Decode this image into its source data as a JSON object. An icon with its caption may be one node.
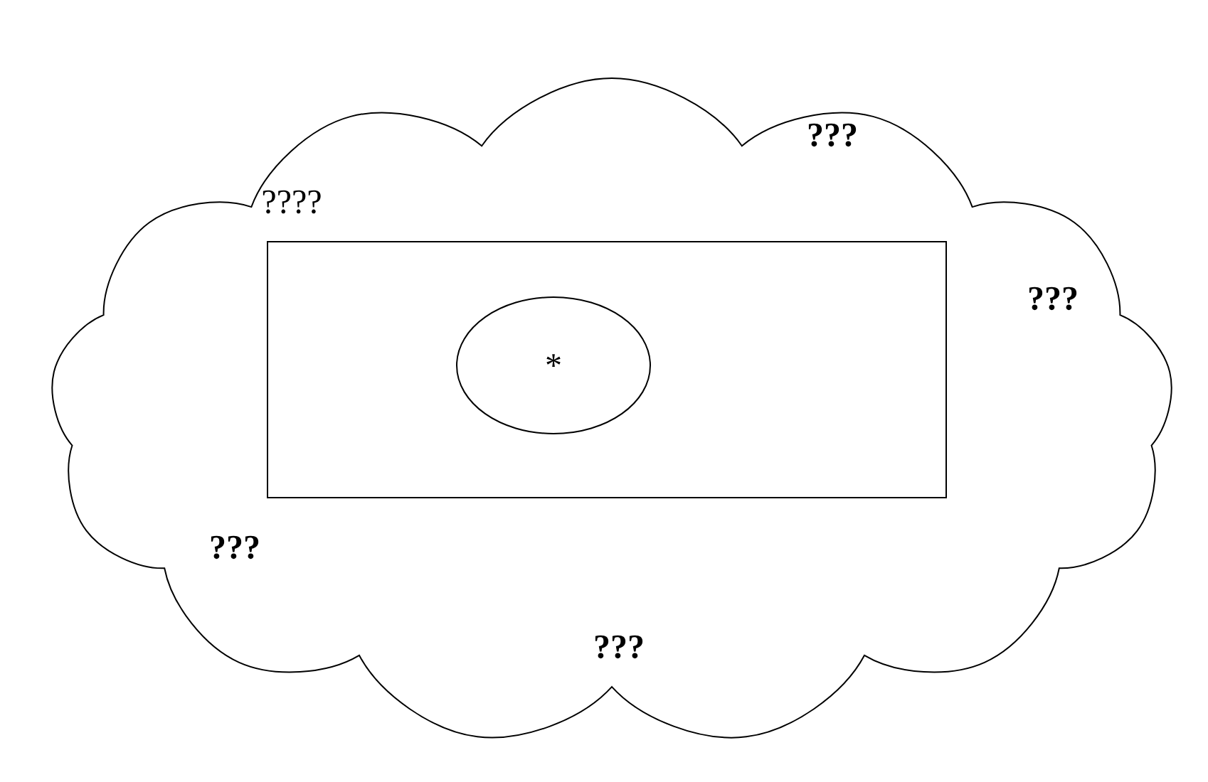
{
  "diagram": {
    "nodes": [
      {
        "text": [],
        "shape": "cloud"
      },
      {
        "text": [],
        "shape": "box",
        "in": 0
      },
      {
        "text": [
          "*"
        ],
        "in": 1
      }
    ],
    "labels": [
      "**???**",
      "????",
      "**???**",
      "**???**",
      "**???**"
    ]
  }
}
